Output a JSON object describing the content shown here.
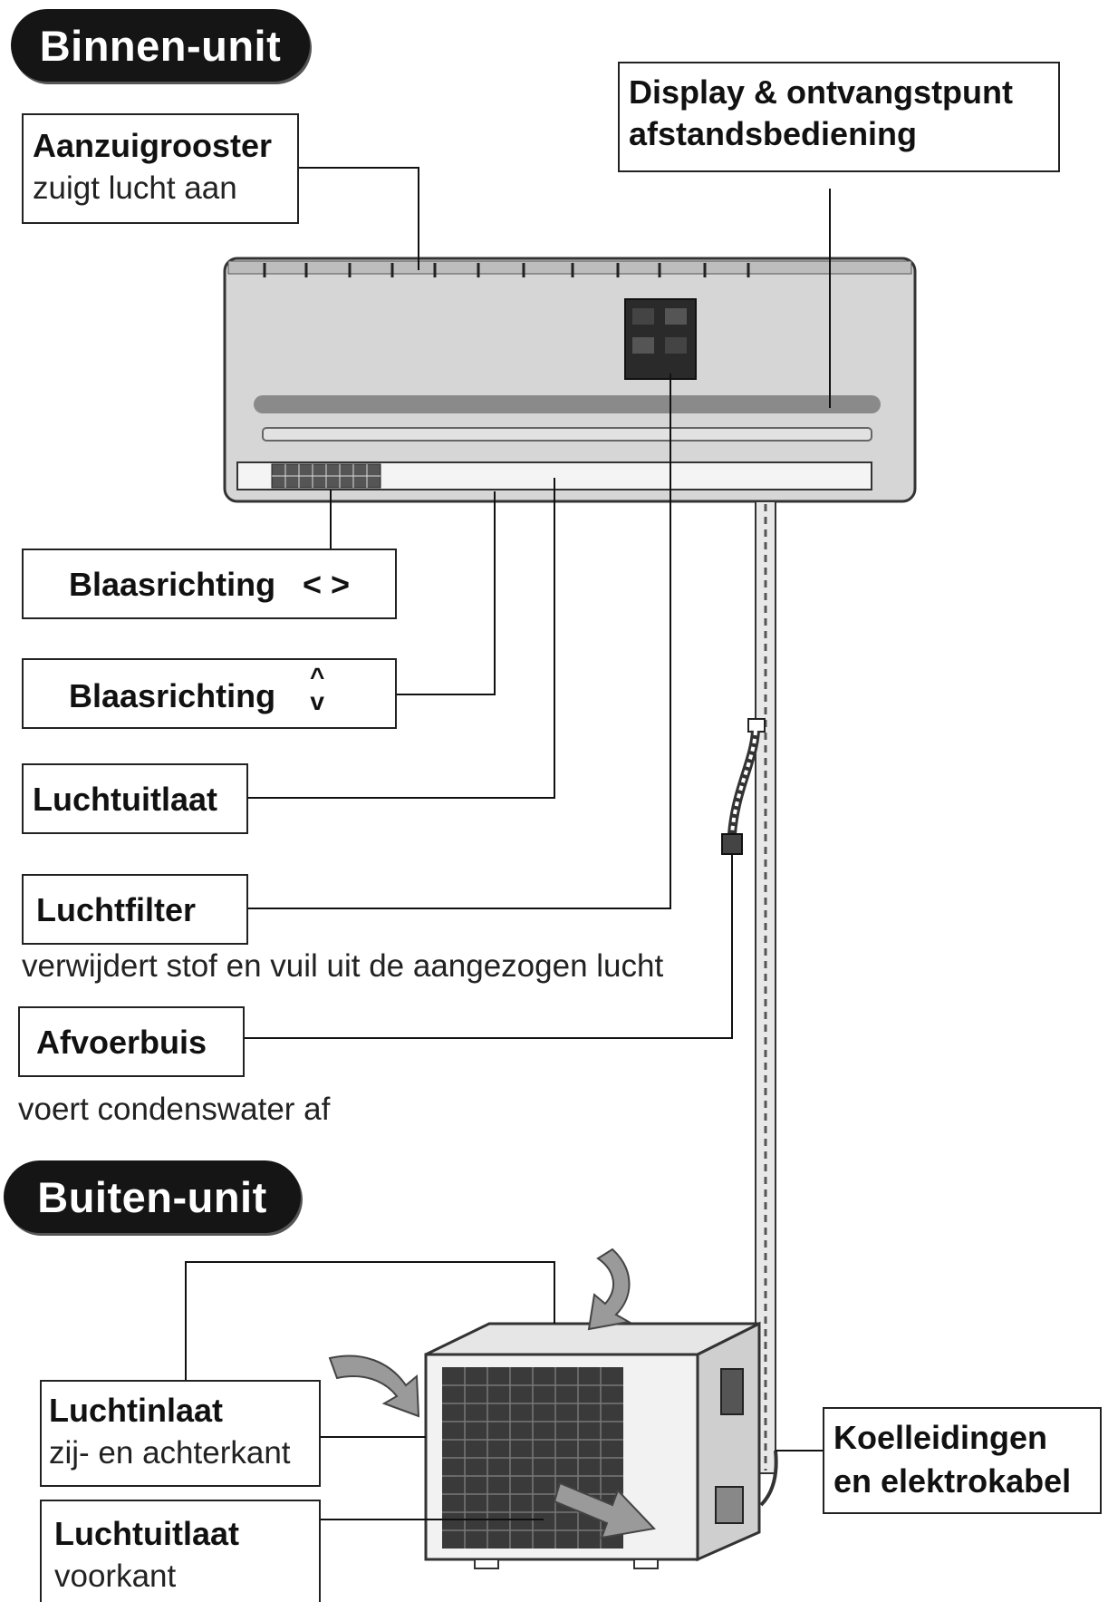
{
  "sections": {
    "indoor_title": "Binnen-unit",
    "outdoor_title": "Buiten-unit"
  },
  "labels": {
    "intake_grille": {
      "title": "Aanzuigrooster",
      "desc": "zuigt lucht aan"
    },
    "display": {
      "line1": "Display & ontvangstpunt",
      "line2": "afstandsbediening"
    },
    "blow_lr": {
      "title": "Blaasrichting",
      "symbol": "< >"
    },
    "blow_ud": {
      "title": "Blaasrichting",
      "symbol_up": "^",
      "symbol_down": "v"
    },
    "air_outlet": {
      "title": "Luchtuitlaat"
    },
    "air_filter": {
      "title": "Luchtfilter",
      "desc": "verwijdert stof en vuil uit de aangezogen lucht"
    },
    "drain_pipe": {
      "title": "Afvoerbuis",
      "desc": "voert condenswater af"
    },
    "air_inlet_outdoor": {
      "title": "Luchtinlaat",
      "desc": "zij- en achterkant"
    },
    "air_outlet_outdoor": {
      "title": "Luchtuitlaat",
      "desc": "voorkant"
    },
    "cooling_lines": {
      "line1": "Koelleidingen",
      "line2": "en elektrokabel"
    }
  },
  "colors": {
    "unit_body": "#d6d6d6",
    "unit_outline": "#333333",
    "pill_bg": "#151515",
    "arrow_fill": "#9a9a9a",
    "grille": "#3a3a3a"
  }
}
